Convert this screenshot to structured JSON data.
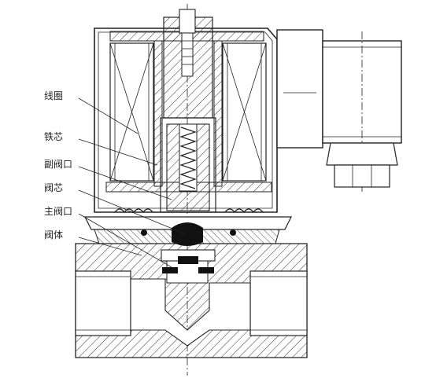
{
  "labels": {
    "coil": "线圈",
    "iron_core": "铁芯",
    "pilot_port": "副阀口",
    "valve_core": "阀芯",
    "main_port": "主阀口",
    "valve_body": "阀体"
  }
}
